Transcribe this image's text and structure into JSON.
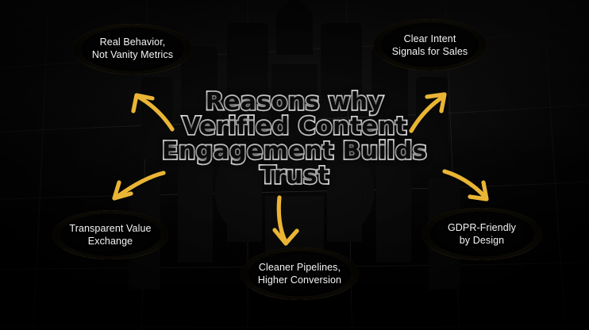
{
  "title": {
    "text": "Reasons why\nVerified Content\nEngagement Builds\nTrust"
  },
  "theme": {
    "accent_gold": "#eab535",
    "ring_gold_light": "#f3d878",
    "ring_gold_dark": "#6e5a22",
    "text_color": "#f4f4f4",
    "background": "#050505"
  },
  "nodes": [
    {
      "id": "node-1",
      "label": "Real Behavior,\nNot Vanity Metrics",
      "position": "top-left"
    },
    {
      "id": "node-2",
      "label": "Clear Intent\nSignals for Sales",
      "position": "top-right"
    },
    {
      "id": "node-3",
      "label": "Transparent Value\nExchange",
      "position": "bottom-left"
    },
    {
      "id": "node-4",
      "label": "Cleaner Pipelines,\nHigher Conversion",
      "position": "bottom-center"
    },
    {
      "id": "node-5",
      "label": "GDPR-Friendly\nby Design",
      "position": "bottom-right"
    }
  ],
  "connectors": [
    {
      "name": "arrow-to-top-left",
      "direction": "up-left"
    },
    {
      "name": "arrow-to-top-right",
      "direction": "up-right"
    },
    {
      "name": "arrow-to-bottom-left",
      "direction": "down-left"
    },
    {
      "name": "arrow-to-bottom-center",
      "direction": "down"
    },
    {
      "name": "arrow-to-bottom-right",
      "direction": "down-right"
    }
  ]
}
